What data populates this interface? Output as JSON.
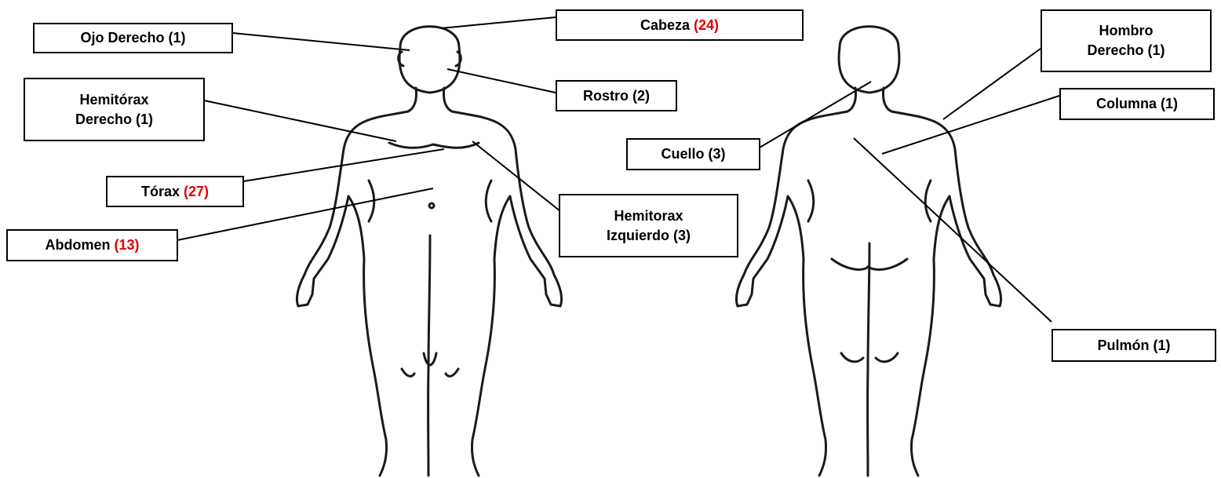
{
  "colors": {
    "highlight": "#e00000",
    "line": "#000000",
    "background": "#ffffff"
  },
  "labels": [
    {
      "id": "ojo-derecho",
      "lines": [
        "Ojo Derecho (1)"
      ]
    },
    {
      "id": "cabeza",
      "text": "Cabeza",
      "count": "(24)",
      "highlight": true
    },
    {
      "id": "rostro",
      "lines": [
        "Rostro (2)"
      ]
    },
    {
      "id": "hemitorax-derecho",
      "lines": [
        "Hemitórax",
        "Derecho (1)"
      ]
    },
    {
      "id": "torax",
      "text": "Tórax",
      "count": "(27)",
      "highlight": true
    },
    {
      "id": "abdomen",
      "text": "Abdomen",
      "count": "(13)",
      "highlight": true
    },
    {
      "id": "hemitorax-izquierdo",
      "lines": [
        "Hemitorax",
        "Izquierdo (3)"
      ]
    },
    {
      "id": "hombro-derecho",
      "lines": [
        "Hombro",
        "Derecho (1)"
      ]
    },
    {
      "id": "columna",
      "lines": [
        "Columna (1)"
      ]
    },
    {
      "id": "cuello",
      "lines": [
        "Cuello (3)"
      ]
    },
    {
      "id": "pulmon",
      "lines": [
        "Pulmón (1)"
      ]
    }
  ]
}
